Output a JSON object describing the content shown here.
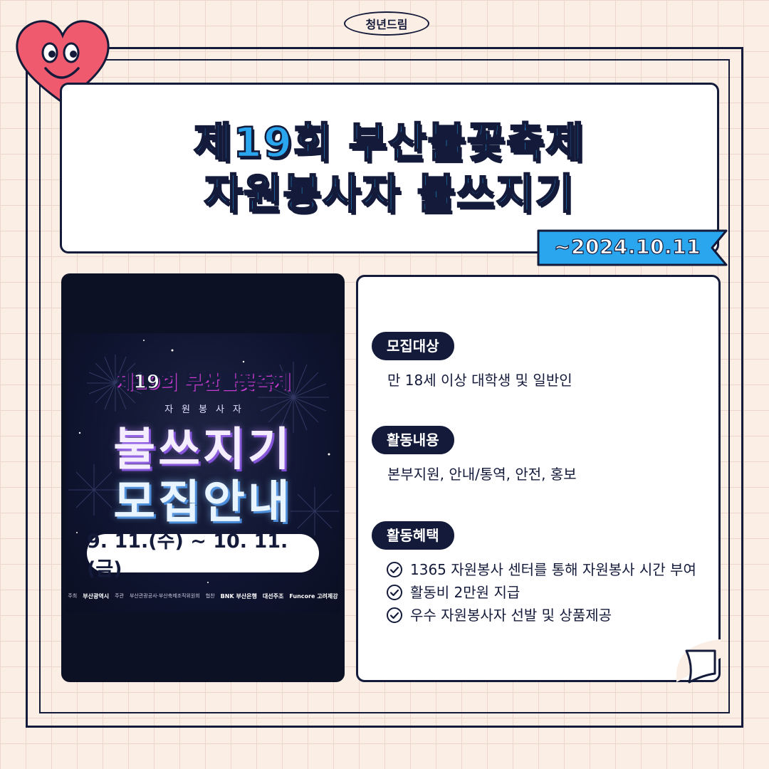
{
  "brand": "청년드림",
  "title": {
    "line1": "제19회 부산불꽃축제",
    "line2": "자원봉사자 불쓰지기"
  },
  "deadline": "~2024.10.11",
  "poster": {
    "title": "제19회 부산불꽃축제",
    "subtitle": "자원봉사자",
    "headline1": "불쓰지기",
    "headline2": "모집안내",
    "dates": "9. 11.(수) ~ 10. 11.(금)",
    "sponsors": {
      "host_label": "주최",
      "host": "부산광역시",
      "organizer_label": "주관",
      "organizer": "부산관광공사·부산축제조직위원회",
      "support_label": "협찬",
      "support1": "BNK 부산은행",
      "support2": "대선주조",
      "support3": "Funcore 고려제강"
    }
  },
  "sections": [
    {
      "label": "모집대상",
      "text": "만 18세 이상 대학생 및 일반인"
    },
    {
      "label": "활동내용",
      "text": "본부지원, 안내/통역, 안전, 홍보"
    },
    {
      "label": "활동혜택",
      "items": [
        "1365 자원봉사 센터를 통해 자원봉사 시간 부여",
        "활동비 2만원 지급",
        "우수 자원봉사자 선발 및 상품제공"
      ]
    }
  ],
  "colors": {
    "navy": "#141a3a",
    "sky": "#2aa6ef",
    "heart": "#f05a6e",
    "background": "#fbeee4"
  },
  "icons": {
    "heart": "smiling-heart-icon",
    "check": "check-circle-icon",
    "ribbon": "ribbon-banner"
  }
}
